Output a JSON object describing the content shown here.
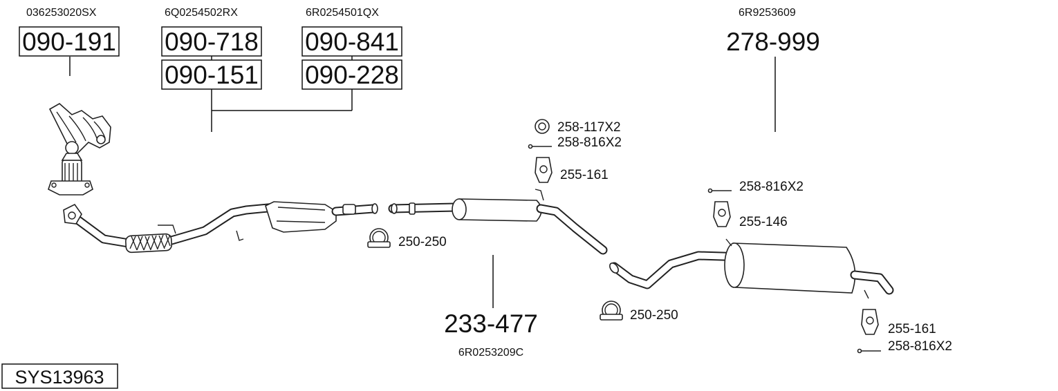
{
  "system_code": "SYS13963",
  "parts": {
    "manifold": {
      "oem": "036253020SX",
      "code": "090-191"
    },
    "cat_a": {
      "oem": "6Q0254502RX",
      "code_upper": "090-718",
      "code_lower": "090-151"
    },
    "cat_b": {
      "oem": "6R0254501QX",
      "code_upper": "090-841",
      "code_lower": "090-228"
    },
    "rear_box": {
      "oem": "6R9253609",
      "code": "278-999"
    },
    "mid_box": {
      "oem": "6R0253209C",
      "code": "233-477"
    }
  },
  "accessories": {
    "ring_mid": "258-117X2",
    "bolt_mid": "258-816X2",
    "hanger_mid": "255-161",
    "clamp_front": "250-250",
    "bolt_rear": "258-816X2",
    "hanger_rear": "255-146",
    "clamp_rear": "250-250",
    "hanger_tail": "255-161",
    "bolt_tail": "258-816X2"
  }
}
